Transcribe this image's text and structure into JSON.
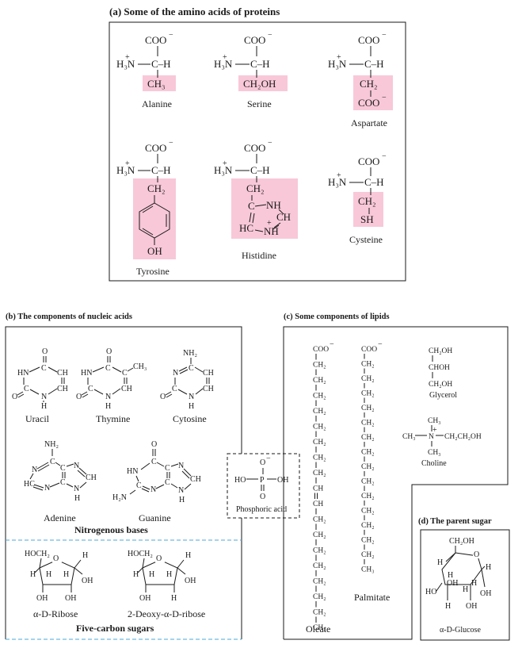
{
  "panel_a": {
    "title": "(a) Some of the amino acids of proteins",
    "coo": "COO",
    "amine": "H₃N",
    "plus": "+",
    "ch": "C–H",
    "names": {
      "alanine": "Alanine",
      "serine": "Serine",
      "aspartate": "Aspartate",
      "tyrosine": "Tyrosine",
      "histidine": "Histidine",
      "cysteine": "Cysteine"
    },
    "side": {
      "ch3": "CH₃",
      "ch2oh": "CH₂OH",
      "ch2": "CH₂",
      "coo": "COO",
      "oh": "OH",
      "sh": "SH",
      "nh": "NH",
      "ch_ring": "CH",
      "hc": "HC",
      "c": "C"
    }
  },
  "panel_b": {
    "title": "(b) The components of nucleic acids",
    "bases": {
      "uracil": "Uracil",
      "thymine": "Thymine",
      "cytosine": "Cytosine",
      "adenine": "Adenine",
      "guanine": "Guanine"
    },
    "bases_caption": "Nitrogenous bases",
    "sugars": {
      "ribose": "α-D-Ribose",
      "deoxyribose": "2-Deoxy-α-D-ribose"
    },
    "sugars_caption": "Five-carbon sugars",
    "atoms": {
      "o": "O",
      "hn": "HN",
      "c": "C",
      "ch": "CH",
      "n": "N",
      "h": "H",
      "ch3": "CH₃",
      "nh2": "NH₂",
      "hc": "HC",
      "h2n": "H₂N",
      "hoch2": "HOCH₂",
      "oh": "OH"
    }
  },
  "phosphoric": {
    "label": "Phosphoric acid",
    "ho": "HO",
    "p": "P",
    "oh": "OH",
    "o": "O"
  },
  "panel_c": {
    "title": "(c) Some components of lipids",
    "coo": "COO",
    "ch2": "CH₂",
    "ch": "CH",
    "ch3": "CH₃",
    "oleate": "Oleate",
    "palmitate": "Palmitate",
    "glycerol": "Glycerol",
    "glycerol_atoms": {
      "top": "CH₂OH",
      "mid": "CHOH",
      "bot": "CH₂OH"
    },
    "choline": "Choline",
    "choline_atoms": {
      "ch3": "CH₃",
      "n": "N",
      "tail": "CH₂CH₂OH"
    }
  },
  "panel_d": {
    "title": "(d) The parent sugar",
    "glucose": "α-D-Glucose",
    "atoms": {
      "ch2oh": "CH₂OH",
      "o": "O",
      "h": "H",
      "oh": "OH",
      "ho": "HO"
    }
  },
  "colors": {
    "highlight": "#f8c8d8",
    "dashed": "#4aa8d8",
    "ink": "#1a1a1a"
  }
}
